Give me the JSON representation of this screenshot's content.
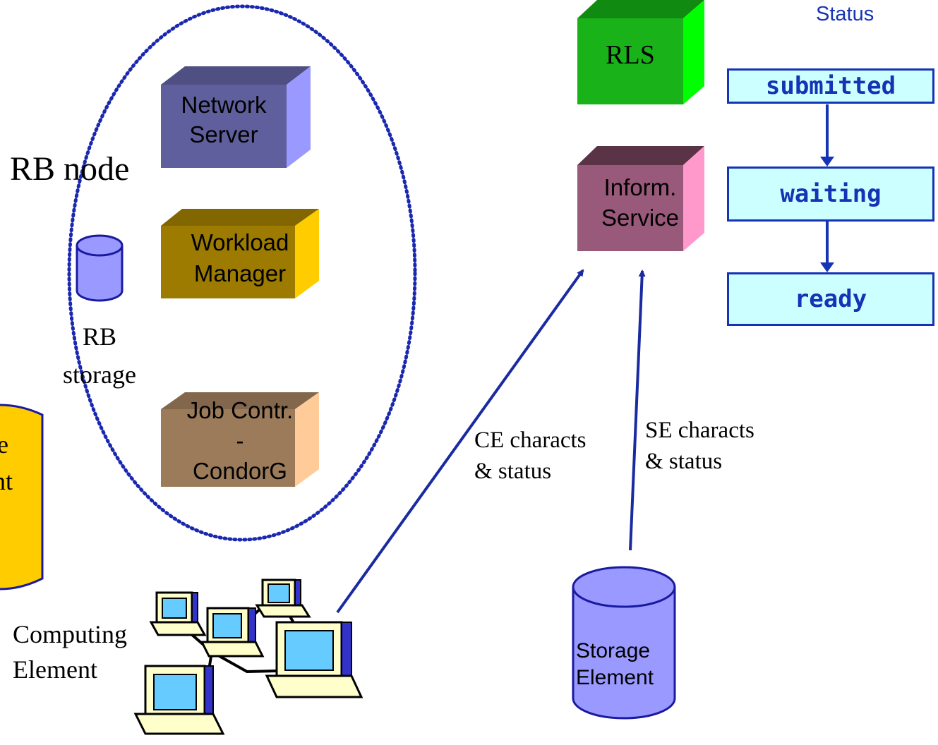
{
  "rb_node": {
    "title": "RB node",
    "network_server": [
      "Network",
      "Server"
    ],
    "workload_manager": [
      "Workload",
      "Manager"
    ],
    "job_controller": [
      "Job Contr.",
      "-",
      "CondorG"
    ],
    "rb_storage": [
      "RB",
      "storage"
    ]
  },
  "partial_box": {
    "lines": [
      "e",
      "nt"
    ]
  },
  "rls": {
    "label": "RLS"
  },
  "information_service": {
    "lines": [
      "Inform.",
      "Service"
    ]
  },
  "status_panel": {
    "title": "Status",
    "states": [
      "submitted",
      "waiting",
      "ready"
    ]
  },
  "computing_element": {
    "lines": [
      "Computing",
      "Element"
    ]
  },
  "storage_element": {
    "lines": [
      "Storage",
      "Element"
    ]
  },
  "arrows": {
    "ce_label": [
      "CE characts",
      "& status"
    ],
    "se_label": [
      "SE characts",
      "& status"
    ]
  },
  "colors": {
    "network_server": "#5f5f9d",
    "workload_manager": "#9c7b00",
    "job_controller": "#9c7b5b",
    "rls": "#19b219",
    "information_service": "#99597a",
    "storage": "#9999ff",
    "dotted_ellipse": "#1a28b0",
    "arrow": "#1a2aa0",
    "status_box_fill": "#ccffff",
    "status_box_border": "#1533b5",
    "yellow_db": "#ffcc00"
  }
}
